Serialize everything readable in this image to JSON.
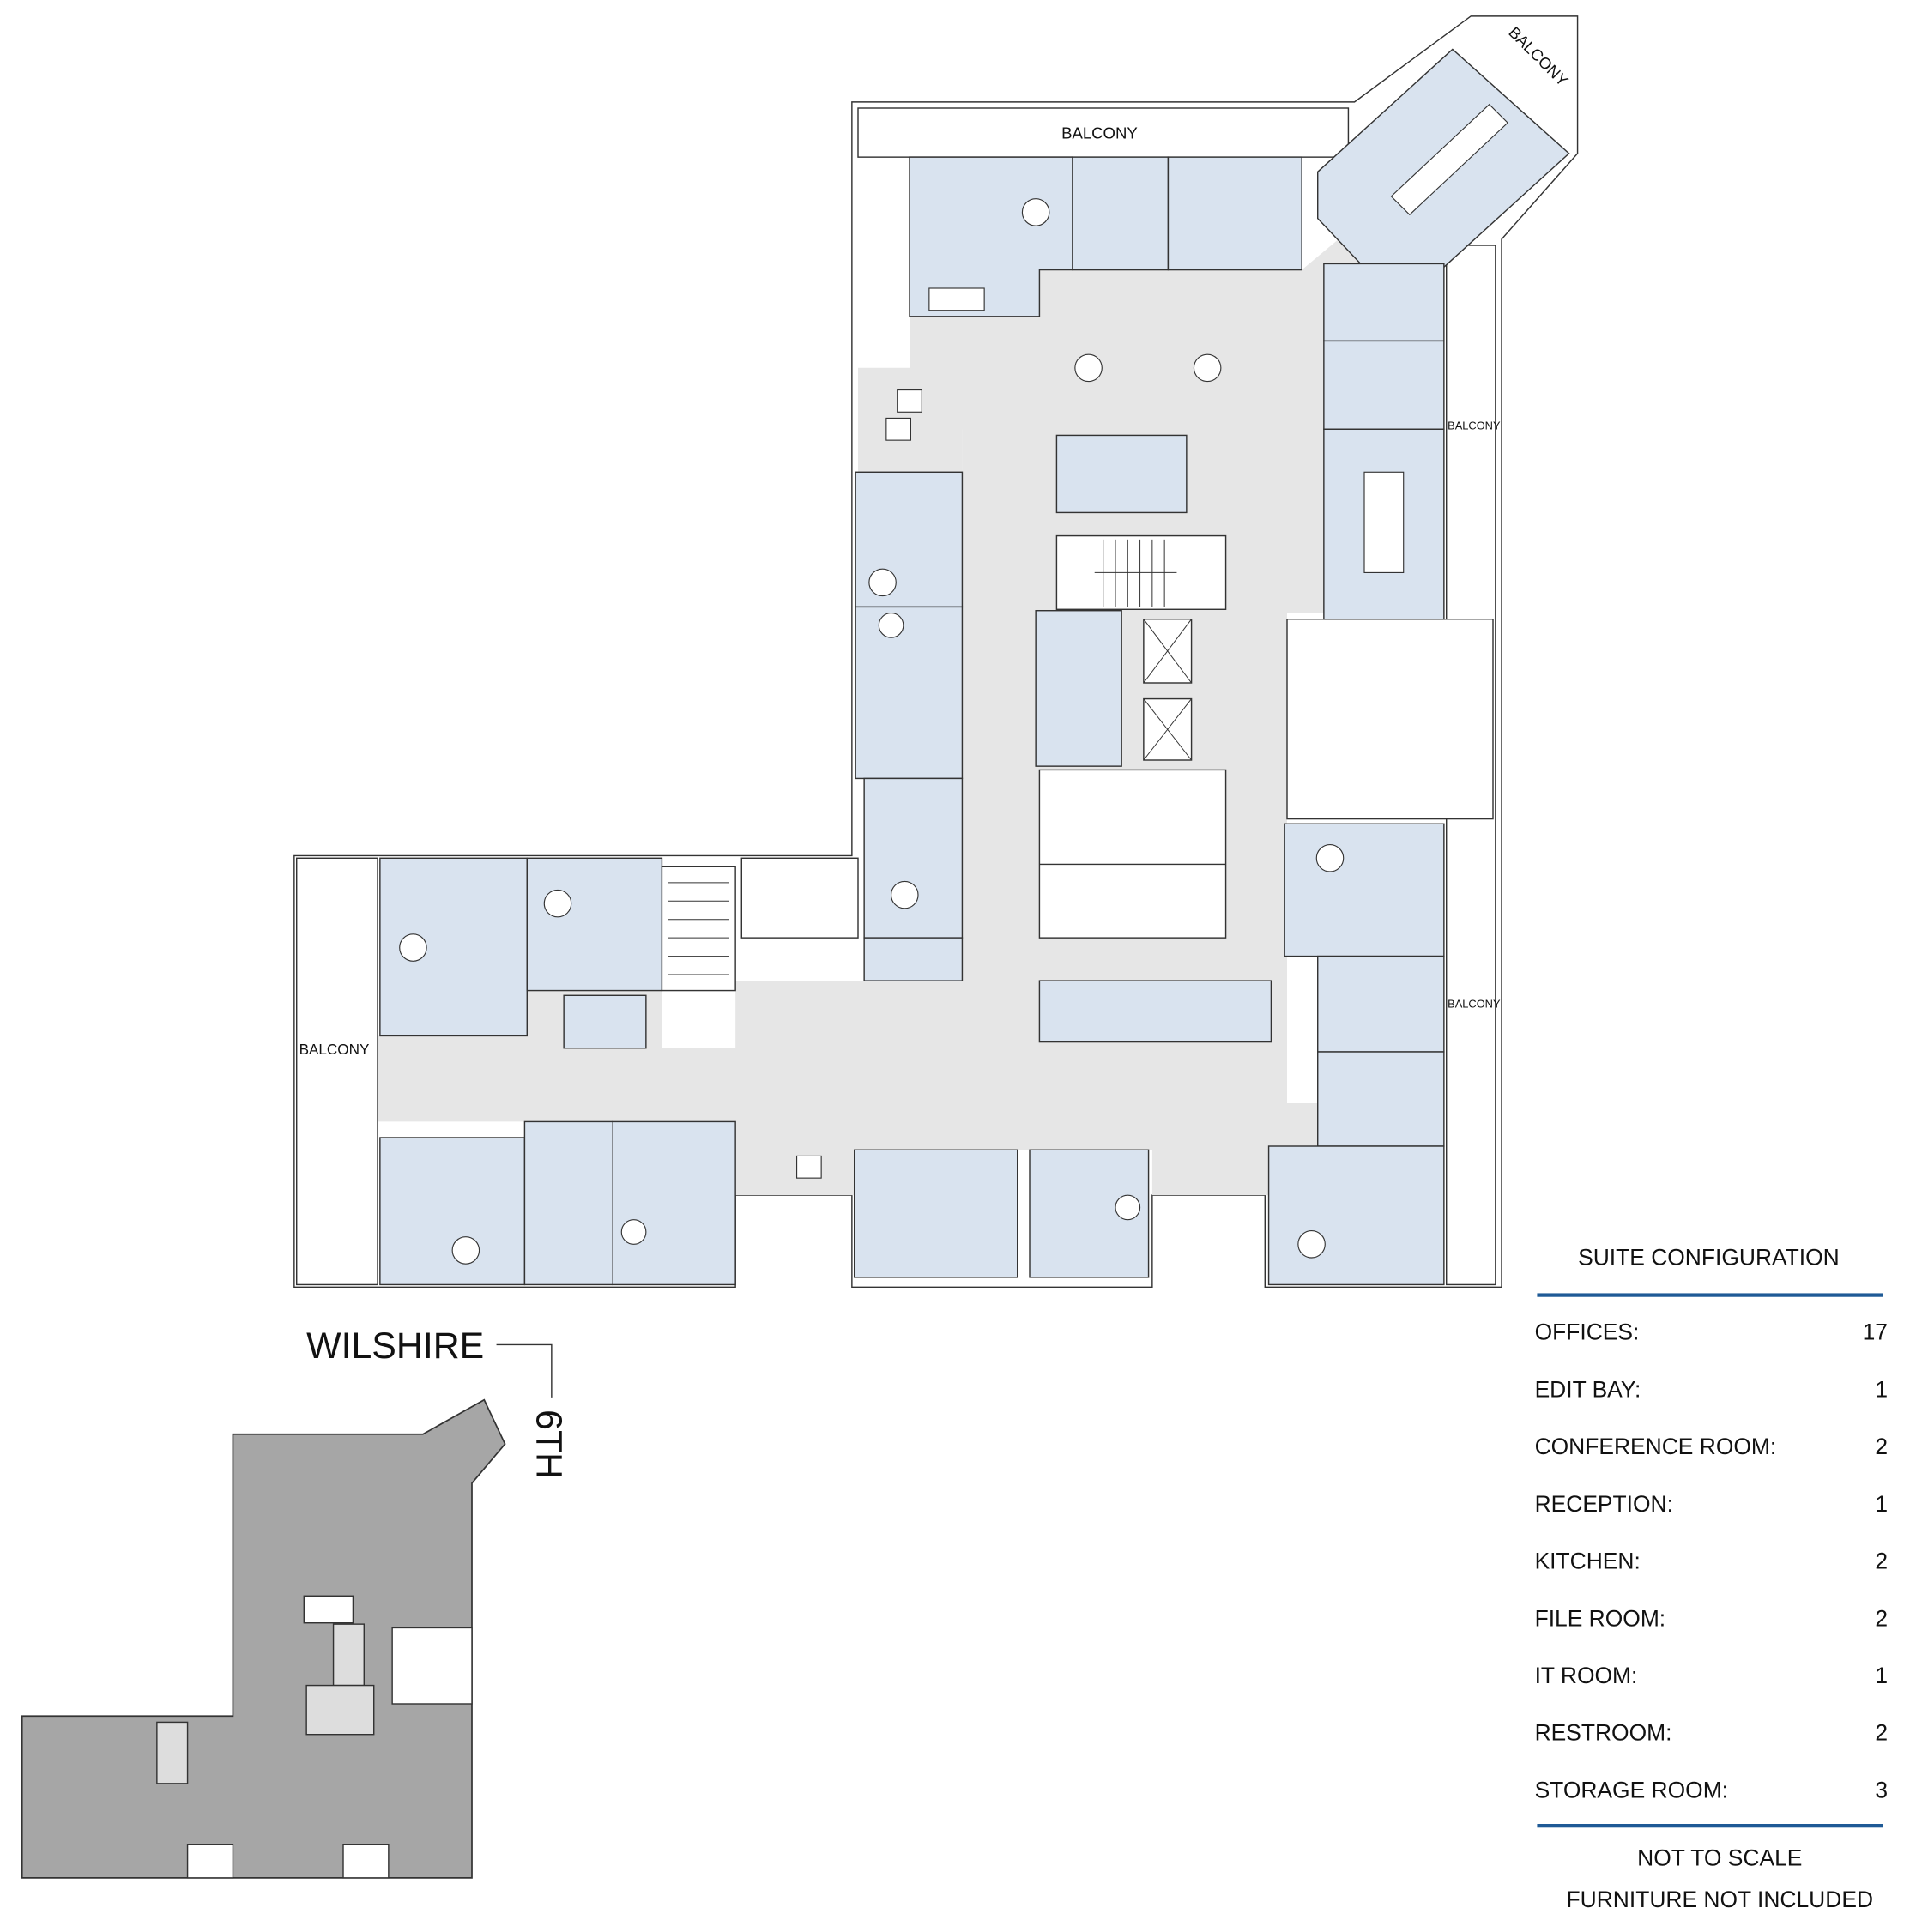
{
  "plan_labels": {
    "balcony_north": "BALCONY",
    "balcony_northeast": "BALCONY",
    "balcony_east_upper": "BALCONY",
    "balcony_east_lower": "BALCONY",
    "balcony_west": "BALCONY"
  },
  "key_plan": {
    "street_west": "WILSHIRE",
    "street_east": "6TH"
  },
  "legend": {
    "title": "SUITE CONFIGURATION",
    "accent_color": "#1f5a96",
    "items": [
      {
        "label": "OFFICES:",
        "value": "17"
      },
      {
        "label": "EDIT BAY:",
        "value": "1"
      },
      {
        "label": "CONFERENCE ROOM:",
        "value": "2"
      },
      {
        "label": "RECEPTION:",
        "value": "1"
      },
      {
        "label": "KITCHEN:",
        "value": "2"
      },
      {
        "label": "FILE ROOM:",
        "value": "2"
      },
      {
        "label": "IT ROOM:",
        "value": "1"
      },
      {
        "label": "RESTROOM:",
        "value": "2"
      },
      {
        "label": "STORAGE ROOM:",
        "value": "3"
      }
    ],
    "note_scale": "NOT TO SCALE",
    "note_furniture": "FURNITURE NOT INCLUDED"
  }
}
